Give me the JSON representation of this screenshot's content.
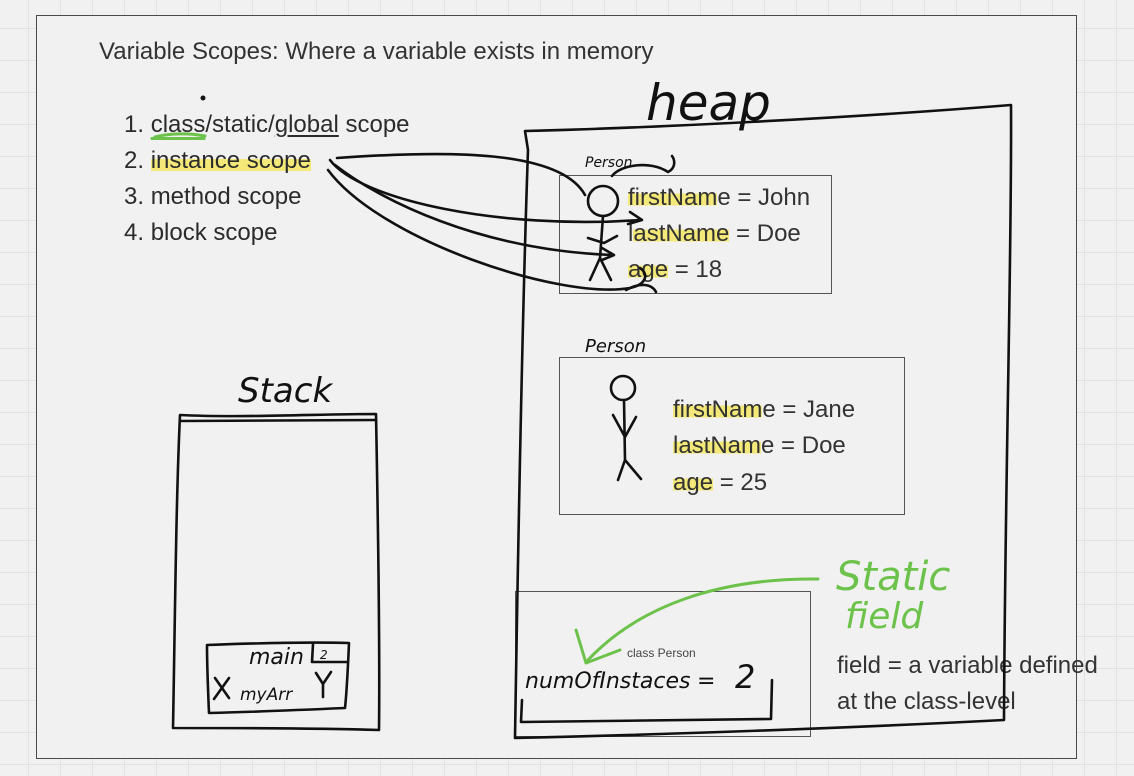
{
  "title": "Variable Scopes: Where a variable exists in memory",
  "scope_list": [
    {
      "num": "1.",
      "a": "class",
      "b": "/static/",
      "c": "global",
      "d": " scope"
    },
    {
      "num": "2.",
      "text": "instance scope"
    },
    {
      "num": "3.",
      "text": "method scope"
    },
    {
      "num": "4.",
      "text": "block scope"
    }
  ],
  "heap_label": "heap",
  "stack_label": "Stack",
  "persons": [
    {
      "label": "Person",
      "fields": [
        {
          "hl": "firstNam",
          "rest": "e = John"
        },
        {
          "pre": "l",
          "hl": "astName",
          "rest": " = Doe"
        },
        {
          "hl": "age",
          "rest": " = 18"
        }
      ]
    },
    {
      "label": "Person",
      "fields": [
        {
          "hl": "firstNam",
          "rest": "e = Jane"
        },
        {
          "hl": "lastNam",
          "rest": "e = Doe"
        },
        {
          "hl": "age",
          "rest": " = 25"
        }
      ]
    }
  ],
  "class_box": {
    "label": "class Person",
    "field": "numOfInstaces",
    "eq": "=",
    "value": "2"
  },
  "stack_frame": {
    "label": "main",
    "tag": "2",
    "var": "myArr",
    "left_mark": "X",
    "right_mark": "Y"
  },
  "static_label": {
    "line1": "Static",
    "line2": "field"
  },
  "note": {
    "line1": "field = a variable defined",
    "line2": "at the class-level"
  },
  "colors": {
    "highlight": "#f5e650",
    "green": "#6cc24a",
    "ink": "#111111"
  }
}
